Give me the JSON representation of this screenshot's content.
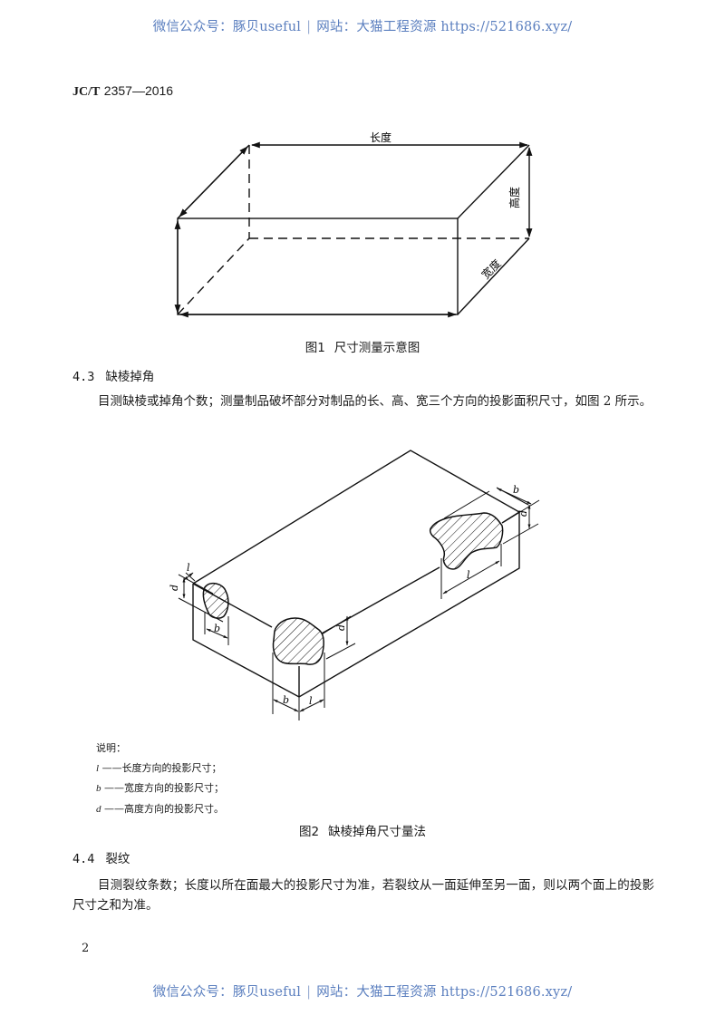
{
  "watermark": {
    "wechat_label": "微信公众号：豚贝useful",
    "separator": "|",
    "site_label": "网站：大猫工程资源 https://521686.xyz/"
  },
  "header": {
    "standard_prefix": "JC/T",
    "standard_number": "2357—2016"
  },
  "figure1": {
    "labels": {
      "length": "长度",
      "height": "高度",
      "width": "宽度"
    },
    "number": "图1",
    "title": "尺寸测量示意图"
  },
  "section_4_3": {
    "number": "4.3",
    "title": "缺棱掉角",
    "body": "目测缺棱或掉角个数；测量制品破坏部分对制品的长、高、宽三个方向的投影面积尺寸，如图 2 所示。"
  },
  "figure2": {
    "dimension_symbols": {
      "l": "l",
      "b": "b",
      "d": "d"
    },
    "legend": {
      "heading": "说明：",
      "items": [
        {
          "symbol": "l",
          "dash": "——",
          "text": "长度方向的投影尺寸；"
        },
        {
          "symbol": "b",
          "dash": "——",
          "text": "宽度方向的投影尺寸；"
        },
        {
          "symbol": "d",
          "dash": "——",
          "text": "高度方向的投影尺寸。"
        }
      ]
    },
    "number": "图2",
    "title": "缺棱掉角尺寸量法"
  },
  "section_4_4": {
    "number": "4.4",
    "title": "裂纹",
    "body": "目测裂纹条数；长度以所在面最大的投影尺寸为准，若裂纹从一面延伸至另一面，则以两个面上的投影尺寸之和为准。"
  },
  "footer": {
    "page_number": "2"
  }
}
